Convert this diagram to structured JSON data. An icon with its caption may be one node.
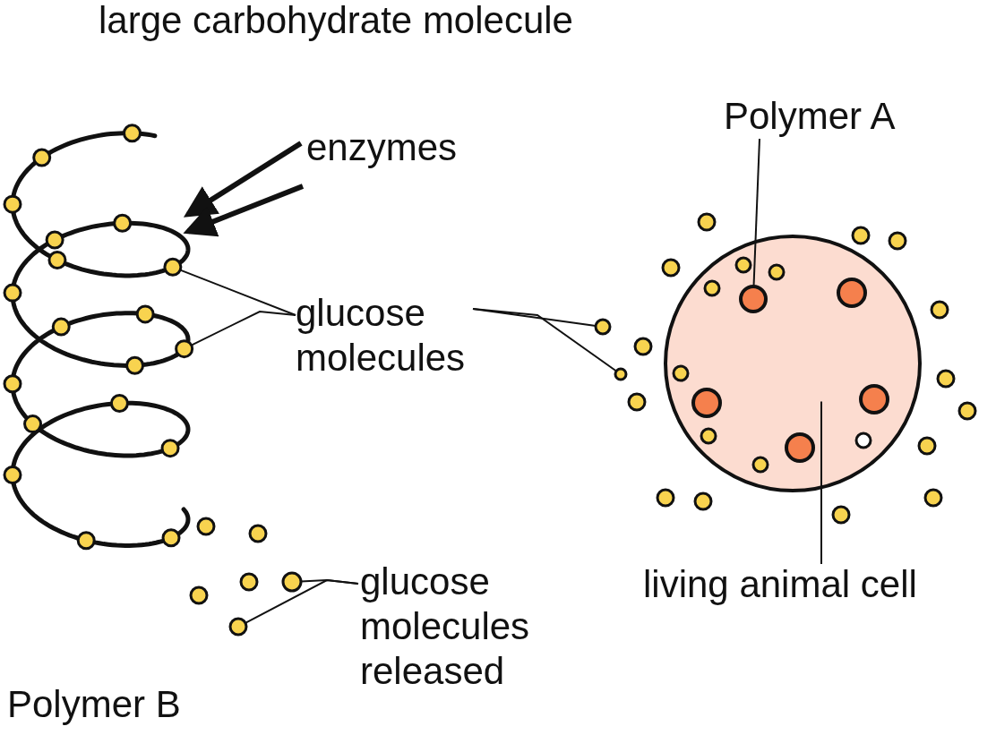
{
  "diagram": {
    "title": "large carbohydrate molecule",
    "nodes": [
      {
        "text": [
          "enzymes"
        ]
      },
      {
        "text": [],
        "shape": "picture"
      },
      {
        "text": [
          "glucose molecules"
        ]
      },
      {
        "text": [],
        "shape": "circle",
        "in": 1
      },
      {
        "text": [],
        "shape": "circle",
        "in": 1
      },
      {
        "text": [],
        "shape": "circle"
      },
      {
        "text": [],
        "shape": "circle"
      },
      {
        "text": [
          "Polymer A"
        ]
      },
      {
        "text": [],
        "shape": "circle"
      },
      {
        "text": [],
        "shape": "circle",
        "in": 8
      },
      {
        "text": [
          "living animal cell"
        ]
      },
      {
        "text": [
          "glucose molecules released"
        ]
      },
      {
        "text": [],
        "shape": "circle"
      },
      {
        "text": [],
        "shape": "circle"
      }
    ],
    "edges": [
      {
        "from": 0,
        "to": 1,
        "arrow": "to",
        "style": "thick"
      },
      {
        "from": 0,
        "to": 1,
        "arrow": "to",
        "style": "thick"
      },
      {
        "from": 2,
        "to": 3,
        "arrow": "none"
      },
      {
        "from": 2,
        "to": 4,
        "arrow": "none"
      },
      {
        "from": 2,
        "to": 5,
        "arrow": "none"
      },
      {
        "from": 2,
        "to": 6,
        "arrow": "none"
      },
      {
        "from": 7,
        "to": 9,
        "arrow": "none"
      },
      {
        "from": 10,
        "to": 8,
        "arrow": "none"
      },
      {
        "from": 11,
        "to": 12,
        "arrow": "none"
      },
      {
        "from": 11,
        "to": 13,
        "arrow": "none"
      }
    ],
    "labels": [
      "Polymer B"
    ]
  }
}
